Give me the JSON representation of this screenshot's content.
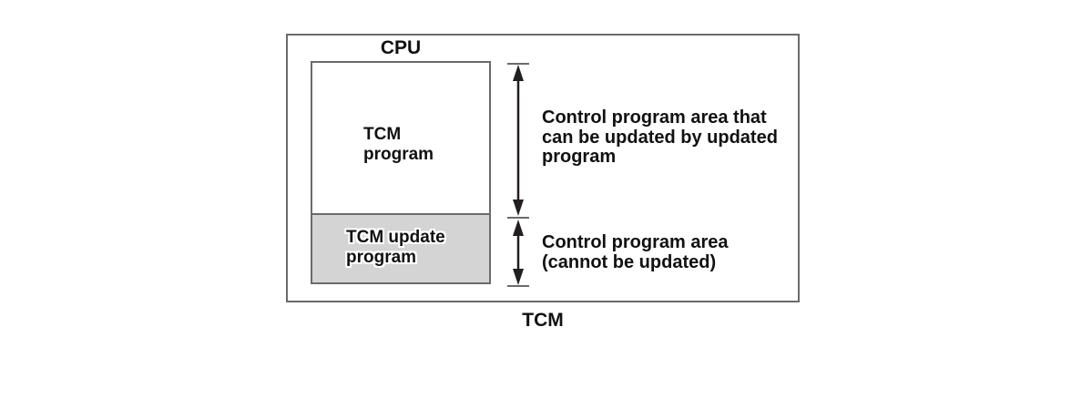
{
  "labels": {
    "cpu": "CPU",
    "tcm": "TCM"
  },
  "memory_map": {
    "tcm_program": "TCM\nprogram",
    "tcm_update_program": "TCM update\nprogram"
  },
  "annotations": {
    "updatable_area": "Control program area that\ncan be updated by updated\nprogram",
    "fixed_area": "Control program area\n(cannot be updated)"
  },
  "colors": {
    "border": "#6a6b6d",
    "update_program_fill": "#d4d4d4",
    "arrow": "#231f20",
    "arrow_cap": "#6a6b6d",
    "text": "#111111",
    "label_halo": "#ffffff"
  }
}
